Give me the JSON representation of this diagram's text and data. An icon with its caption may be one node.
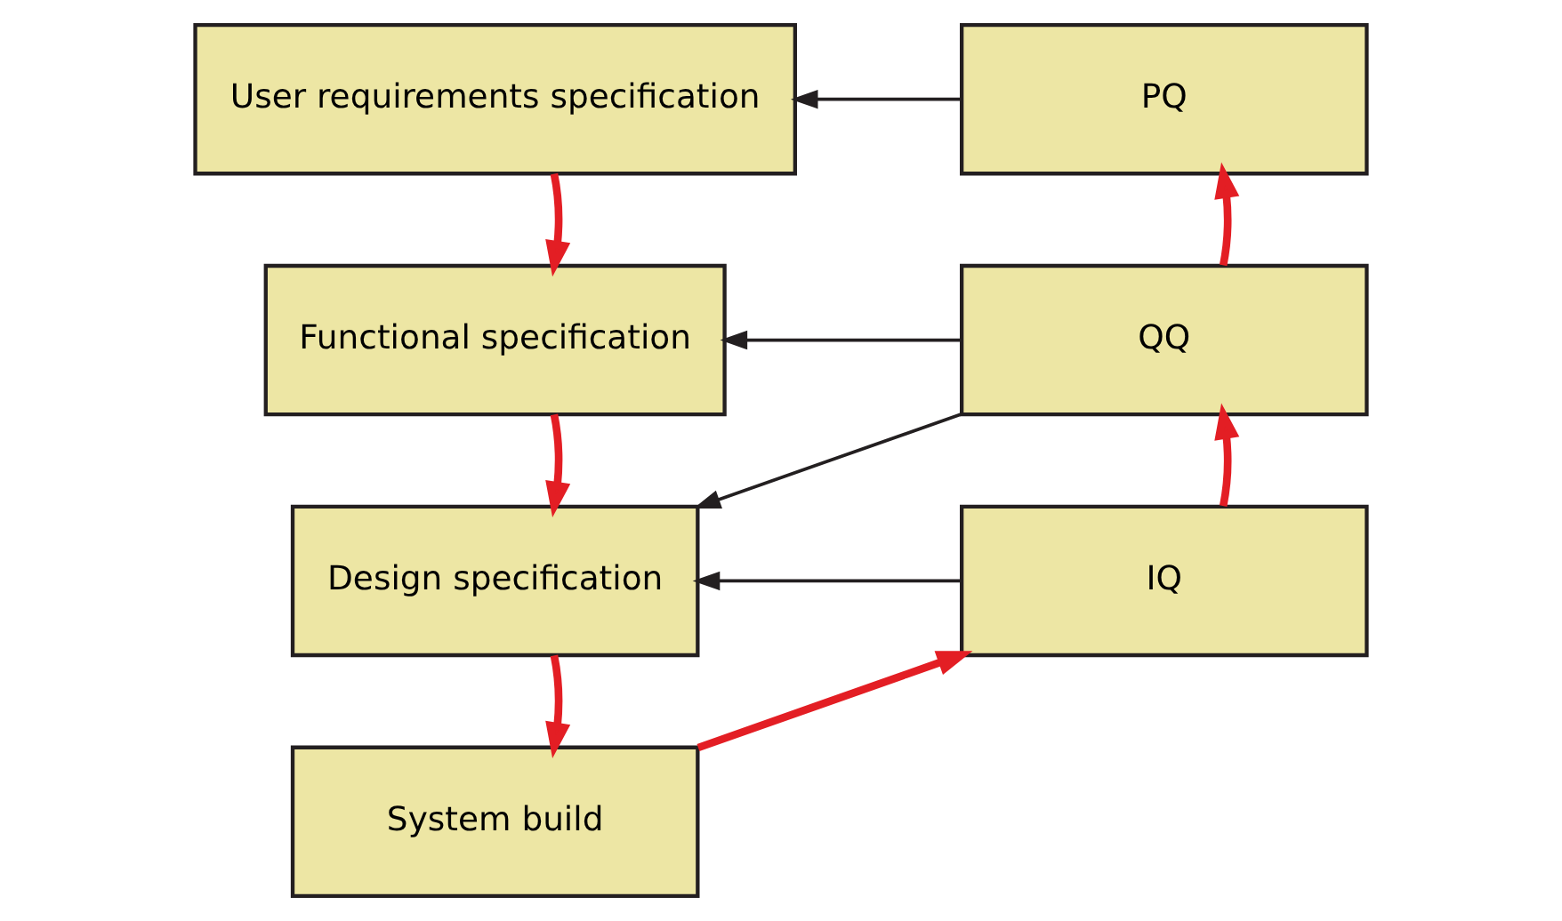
{
  "diagram": {
    "nodes": [
      {
        "text": [
          "User requirements specification"
        ]
      },
      {
        "text": [
          "PQ"
        ]
      },
      {
        "text": [
          "Functional specification"
        ]
      },
      {
        "text": [
          "QQ"
        ]
      },
      {
        "text": [
          "Design specification"
        ]
      },
      {
        "text": [
          "IQ"
        ]
      },
      {
        "text": [
          "System build"
        ]
      }
    ],
    "edges": [
      {
        "from": 1,
        "to": 0,
        "arrow": "to",
        "color": "#231f20"
      },
      {
        "from": 0,
        "to": 2,
        "arrow": "to"
      },
      {
        "from": 3,
        "to": 2,
        "arrow": "to",
        "color": "#231f20"
      },
      {
        "from": 3,
        "to": 4,
        "arrow": "to",
        "color": "#231f20"
      },
      {
        "from": 2,
        "to": 4,
        "arrow": "to"
      },
      {
        "from": 5,
        "to": 4,
        "arrow": "to",
        "color": "#231f20"
      },
      {
        "from": 4,
        "to": 6,
        "arrow": "to"
      },
      {
        "from": 6,
        "to": 5,
        "arrow": "to"
      },
      {
        "from": 5,
        "to": 3,
        "arrow": "to"
      },
      {
        "from": 3,
        "to": 1,
        "arrow": "to"
      }
    ]
  }
}
